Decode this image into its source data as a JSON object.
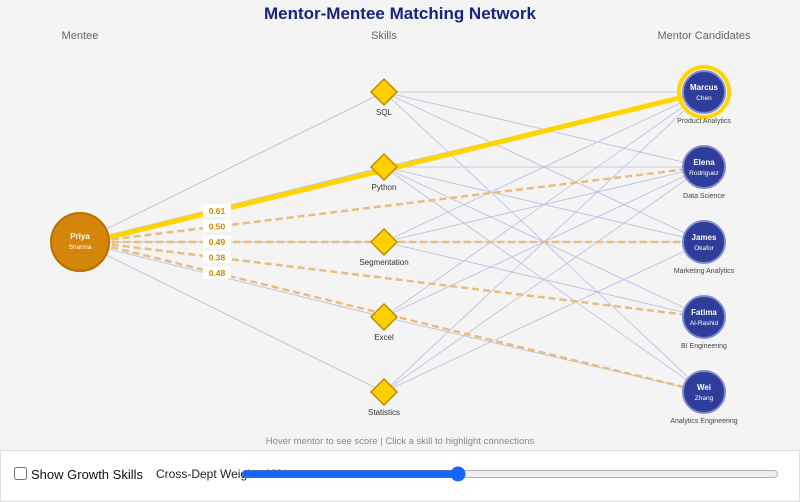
{
  "header": {
    "title": "Mentor-Mentee Matching Network",
    "col_mentee": "Mentee",
    "col_skills": "Skills",
    "col_mentors": "Mentor Candidates"
  },
  "mentee": {
    "first": "Priya",
    "last": "Sharma"
  },
  "skills": [
    "SQL",
    "Python",
    "Segmentation",
    "Excel",
    "Statistics"
  ],
  "mentors": [
    {
      "first": "Marcus",
      "last": "Chen",
      "dept": "Product Analytics",
      "score": "0.61",
      "highlight": true
    },
    {
      "first": "Elena",
      "last": "Rodriguez",
      "dept": "Data Science",
      "score": "0.50",
      "highlight": false
    },
    {
      "first": "James",
      "last": "Okafor",
      "dept": "Marketing Analytics",
      "score": "0.49",
      "highlight": false
    },
    {
      "first": "Fatima",
      "last": "Al-Rashid",
      "dept": "BI Engineering",
      "score": "0.38",
      "highlight": false
    },
    {
      "first": "Wei",
      "last": "Zhang",
      "dept": "Analytics Engineering",
      "score": "0.48",
      "highlight": false
    }
  ],
  "skill_links": [
    [
      0,
      0
    ],
    [
      0,
      1
    ],
    [
      0,
      2
    ],
    [
      0,
      4
    ],
    [
      1,
      0
    ],
    [
      1,
      1
    ],
    [
      1,
      2
    ],
    [
      1,
      3
    ],
    [
      1,
      4
    ],
    [
      2,
      0
    ],
    [
      2,
      1
    ],
    [
      2,
      2
    ],
    [
      2,
      3
    ],
    [
      3,
      0
    ],
    [
      3,
      1
    ],
    [
      3,
      4
    ],
    [
      4,
      0
    ],
    [
      4,
      1
    ],
    [
      4,
      2
    ]
  ],
  "hint": "Hover mentor to see score | Click a skill to highlight connections",
  "controls": {
    "growth_label": "Show Growth Skills",
    "weight_label": "Cross-Dept Weight: 40%",
    "weight_value": 40
  },
  "colors": {
    "mentee": "#d4860b",
    "mentor": "#2f3d9a",
    "skill": "#ffd000",
    "best_link": "#ffd500",
    "dashed_link": "#e8be80",
    "skill_link": "#b9bde0"
  }
}
